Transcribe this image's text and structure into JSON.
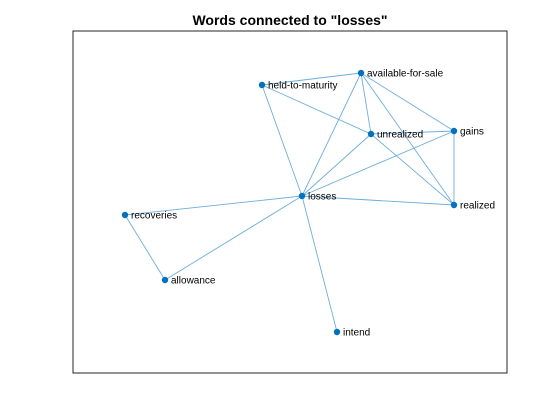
{
  "title": "Words connected to \"losses\"",
  "colors": {
    "node": "#0072BD",
    "edge": "#6CAEDB",
    "axes_box": "#262626",
    "text": "#000000"
  },
  "graph": {
    "nodes": [
      {
        "id": "losses",
        "label": "losses"
      },
      {
        "id": "held-to-maturity",
        "label": "held-to-maturity"
      },
      {
        "id": "available-for-sale",
        "label": "available-for-sale"
      },
      {
        "id": "unrealized",
        "label": "unrealized"
      },
      {
        "id": "gains",
        "label": "gains"
      },
      {
        "id": "realized",
        "label": "realized"
      },
      {
        "id": "recoveries",
        "label": "recoveries"
      },
      {
        "id": "allowance",
        "label": "allowance"
      },
      {
        "id": "intend",
        "label": "intend"
      }
    ],
    "edges": [
      [
        "losses",
        "held-to-maturity"
      ],
      [
        "losses",
        "available-for-sale"
      ],
      [
        "losses",
        "unrealized"
      ],
      [
        "losses",
        "gains"
      ],
      [
        "losses",
        "realized"
      ],
      [
        "losses",
        "recoveries"
      ],
      [
        "losses",
        "allowance"
      ],
      [
        "losses",
        "intend"
      ],
      [
        "held-to-maturity",
        "available-for-sale"
      ],
      [
        "held-to-maturity",
        "unrealized"
      ],
      [
        "available-for-sale",
        "unrealized"
      ],
      [
        "available-for-sale",
        "gains"
      ],
      [
        "available-for-sale",
        "realized"
      ],
      [
        "unrealized",
        "gains"
      ],
      [
        "unrealized",
        "realized"
      ],
      [
        "gains",
        "realized"
      ],
      [
        "recoveries",
        "allowance"
      ]
    ]
  }
}
